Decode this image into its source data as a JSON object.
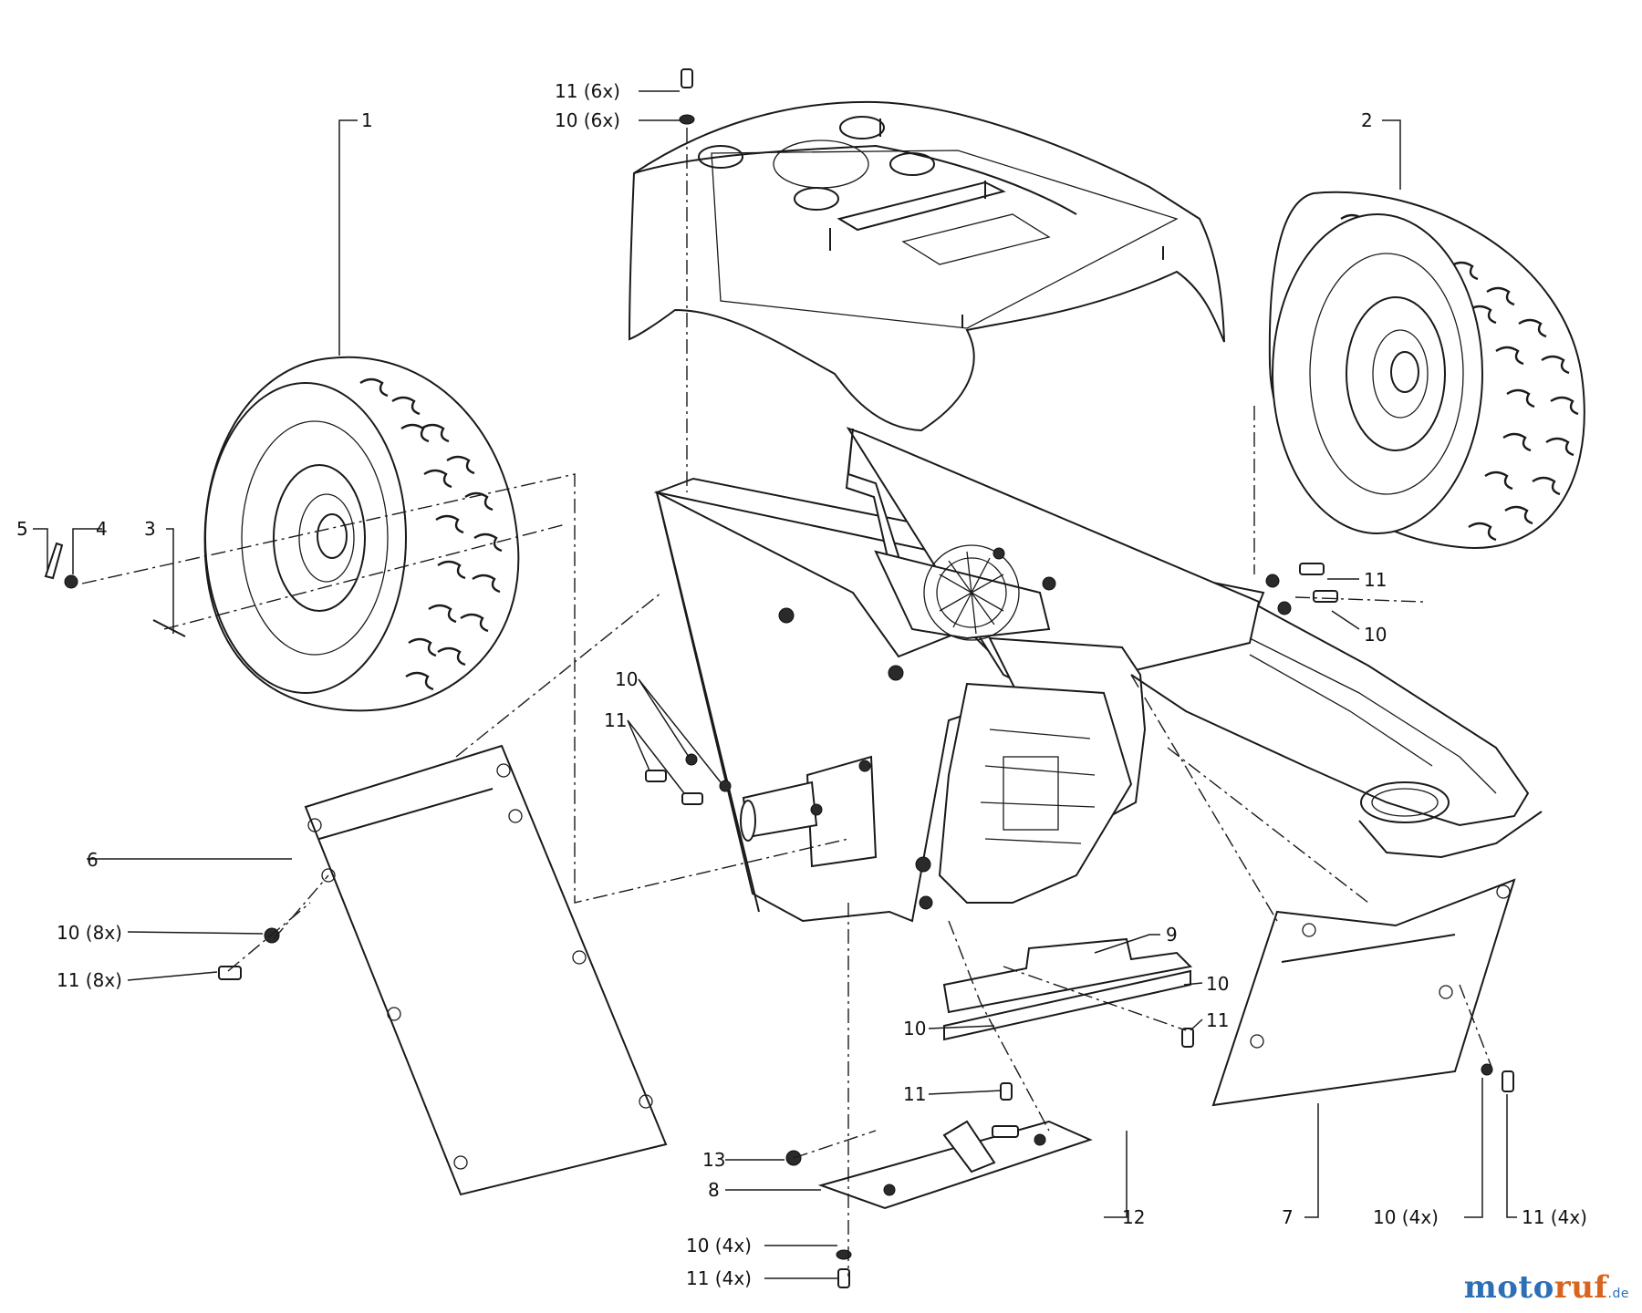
{
  "labels": {
    "l1": "1",
    "l2": "2",
    "l3": "3",
    "l4": "4",
    "l5": "5",
    "l6": "6",
    "l7": "7",
    "l8": "8",
    "l9": "9",
    "l10": "10",
    "l11": "11",
    "l12": "12",
    "l13": "13",
    "c_top11": "11  (6x)",
    "c_top10": "10  (6x)",
    "c_right11": "11",
    "c_right10": "10",
    "c_mid10": "10",
    "c_mid11": "11",
    "c_left10": "10  (8x)",
    "c_left11": "11  (8x)",
    "c_br10": "10",
    "c_br11": "11",
    "c_b10": "10",
    "c_b11": "11",
    "c_bot10": "10  (4x)",
    "c_bot11": "11  (4x)",
    "c_rb10": "10  (4x)",
    "c_rb11": "11  (4x)"
  },
  "brand": {
    "part1": "moto",
    "part2": "ruf",
    "part3": ".de"
  }
}
